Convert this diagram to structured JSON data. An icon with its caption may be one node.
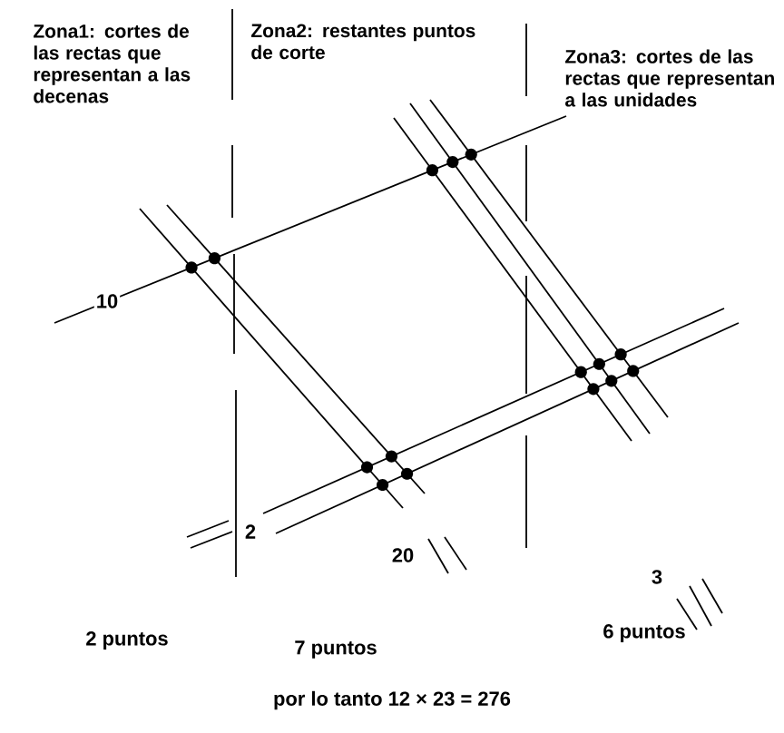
{
  "diagram": {
    "labels": [
      "Zona1: cortes de las rectas que representan a las decenas",
      "Zona2: restantes puntos de corte",
      "Zona3: cortes de las rectas que representan a las unidades",
      "10",
      "3",
      "2",
      "20",
      "2 puntos",
      "6 puntos",
      "7 puntos",
      "por lo tanto 12 × 23 = 276"
    ]
  }
}
